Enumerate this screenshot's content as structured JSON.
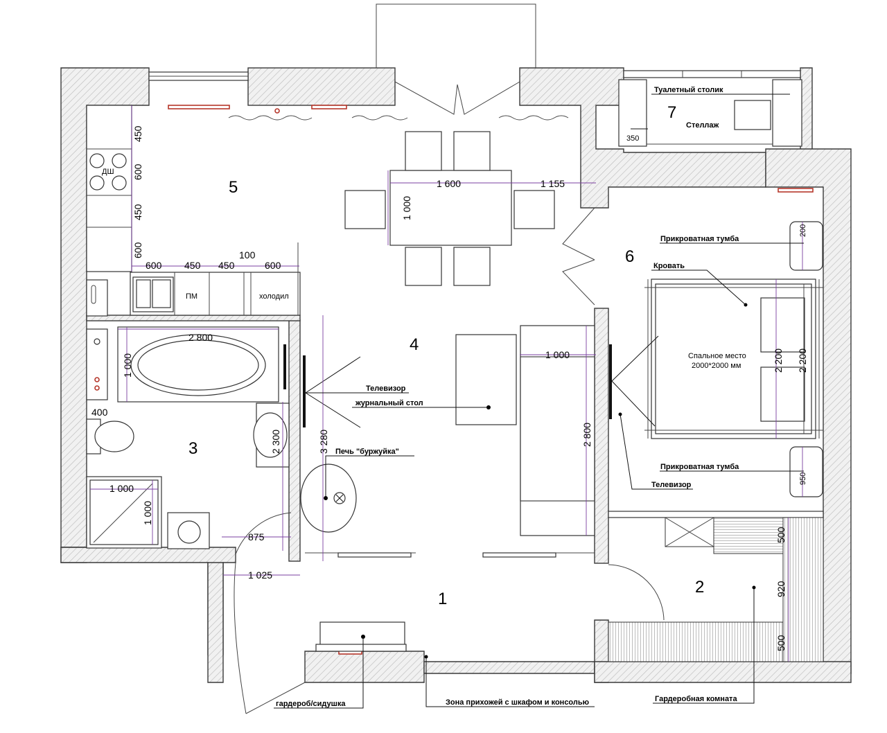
{
  "rooms": [
    {
      "id": "1",
      "label": "1"
    },
    {
      "id": "2",
      "label": "2"
    },
    {
      "id": "3",
      "label": "3"
    },
    {
      "id": "4",
      "label": "4"
    },
    {
      "id": "5",
      "label": "5"
    },
    {
      "id": "6",
      "label": "6"
    },
    {
      "id": "7",
      "label": "7"
    }
  ],
  "labels": {
    "vanity": "Туалетный столик",
    "rack": "Стеллаж",
    "nightstand_top": "Прикроватная тумба",
    "bed": "Кровать",
    "bed_place_1": "Спальное место",
    "bed_place_2": "2000*2000 мм",
    "nightstand_bottom": "Прикроватная тумба",
    "tv_bedroom": "Телевизор",
    "tv_living": "Телевизор",
    "coffee_table": "журнальный стол",
    "stove": "Печь \"буржуйка\"",
    "entry_zone": "Зона прихожей с шкафом и консолью",
    "wardrobe_bench": "гардероб/сидушка",
    "walkin_closet": "Гардеробная комната",
    "dishwasher": "ДШ",
    "pm": "ПМ",
    "fridge": "холодил"
  },
  "dimensions": {
    "k450a": "450",
    "k600a": "600",
    "k450b": "450",
    "k600b": "600",
    "kb600": "600",
    "kb450a": "450",
    "kb450b": "450",
    "kb100": "100",
    "kb600b": "600",
    "table_w": "1 600",
    "table_gap": "1 155",
    "table_h": "1 000",
    "tv_w": "1 000",
    "sofa_len": "2 800",
    "wall_len": "3 280",
    "bath_w": "2 800",
    "bath_h": "1 000",
    "bath_lower": "400",
    "sink_h": "2 300",
    "shower_w": "1 000",
    "shower_h": "1 000",
    "door_875": "875",
    "door_1025": "1 025",
    "bed_2200a": "2 200",
    "bed_2200b": "2 200",
    "ns_200": "200",
    "ns_950": "950",
    "rack_350": "350",
    "closet_500a": "500",
    "closet_920": "920",
    "closet_500b": "500"
  }
}
